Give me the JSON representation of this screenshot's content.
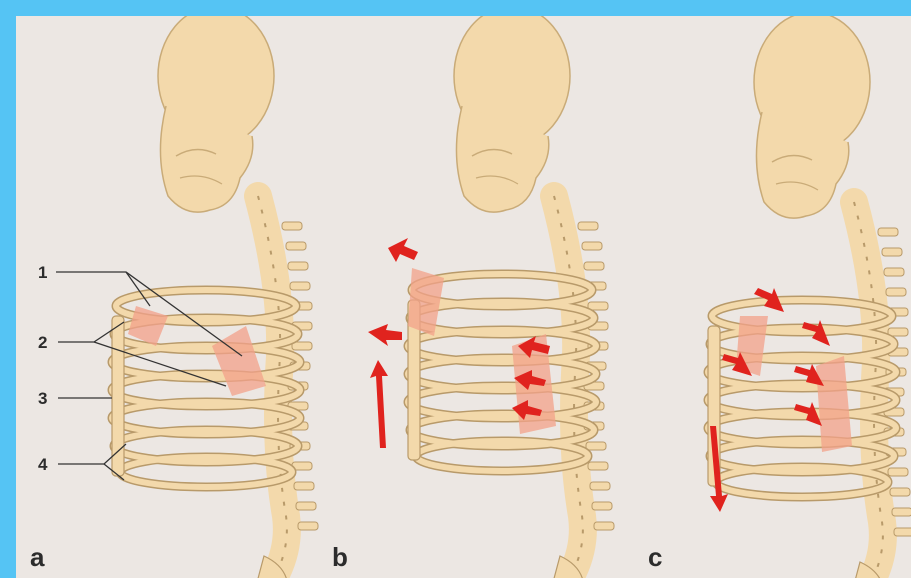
{
  "figure": {
    "panels": [
      {
        "letter": "a"
      },
      {
        "letter": "b"
      },
      {
        "letter": "c"
      }
    ],
    "labels": [
      "1",
      "2",
      "3",
      "4"
    ]
  },
  "colors": {
    "background_frame": "#55c4f4",
    "paper": "#ece7e3",
    "bone": "#f3d9ab",
    "bone_outline": "#b89a6a",
    "muscle": "#f3a18a",
    "arrow": "#e0231e"
  }
}
